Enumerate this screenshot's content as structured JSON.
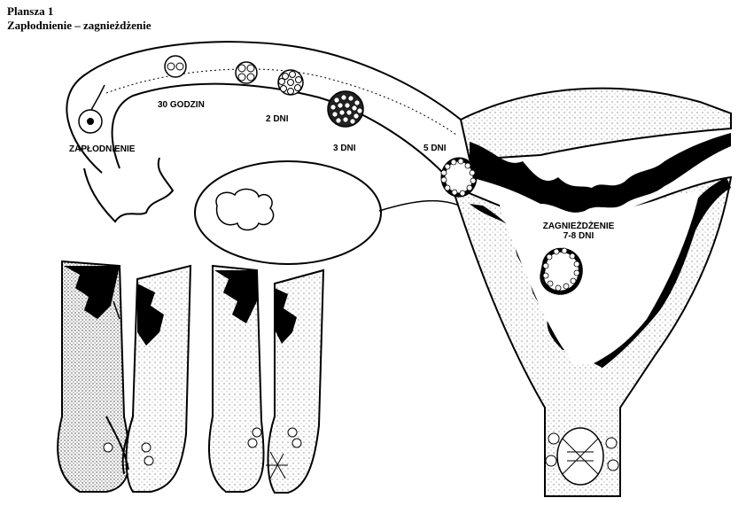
{
  "header": {
    "plate_number": "Plansza 1",
    "title": "Zapłodnienie – zagnieżdżenie"
  },
  "labels": {
    "fertilization": "ZAPŁODNIENIE",
    "hours_30": "30 GODZIN",
    "days_2": "2 DNI",
    "days_3": "3 DNI",
    "days_5": "5 DNI",
    "implantation": "ZAGNIEŻDŻENIE",
    "implantation_days": "7-8 DNI"
  }
}
